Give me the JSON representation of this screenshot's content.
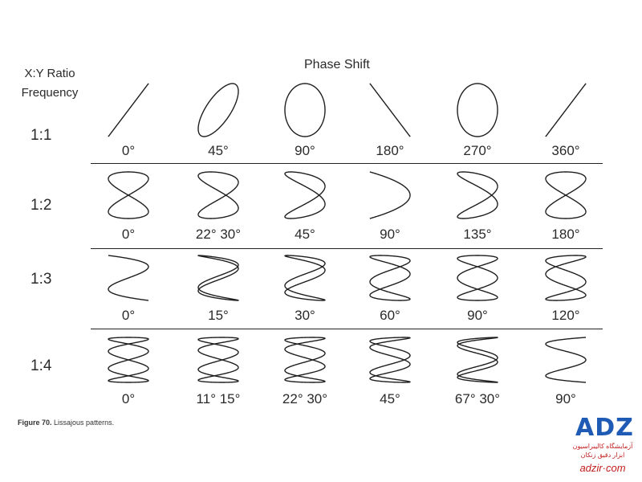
{
  "header": {
    "xy_ratio_line1": "X:Y Ratio",
    "xy_ratio_line2": "Frequency",
    "phase_shift": "Phase Shift"
  },
  "rows": [
    {
      "ratio": "1:1",
      "fx": 1,
      "fy": 1,
      "angles": [
        "0°",
        "45°",
        "90°",
        "180°",
        "270°",
        "360°"
      ],
      "phases_deg": [
        0,
        45,
        90,
        180,
        270,
        360
      ]
    },
    {
      "ratio": "1:2",
      "fx": 1,
      "fy": 2,
      "angles": [
        "0°",
        "22° 30°",
        "45°",
        "90°",
        "135°",
        "180°"
      ],
      "phases_deg": [
        0,
        22.5,
        45,
        90,
        135,
        180
      ]
    },
    {
      "ratio": "1:3",
      "fx": 1,
      "fy": 3,
      "angles": [
        "0°",
        "15°",
        "30°",
        "60°",
        "90°",
        "120°"
      ],
      "phases_deg": [
        0,
        15,
        30,
        60,
        90,
        120
      ]
    },
    {
      "ratio": "1:4",
      "fx": 1,
      "fy": 4,
      "angles": [
        "0°",
        "11° 15°",
        "22° 30°",
        "45°",
        "67° 30°",
        "90°"
      ],
      "phases_deg": [
        0,
        11.25,
        22.5,
        45,
        67.5,
        90
      ]
    }
  ],
  "caption": {
    "label": "Figure 70.",
    "text": "Lissajous patterns."
  },
  "logo": {
    "mark": "ADZ",
    "line1": "آزمایشگاه کالیبراسیون",
    "line2": "ابزار دقیق زنکان",
    "site": "adzir·com"
  }
}
